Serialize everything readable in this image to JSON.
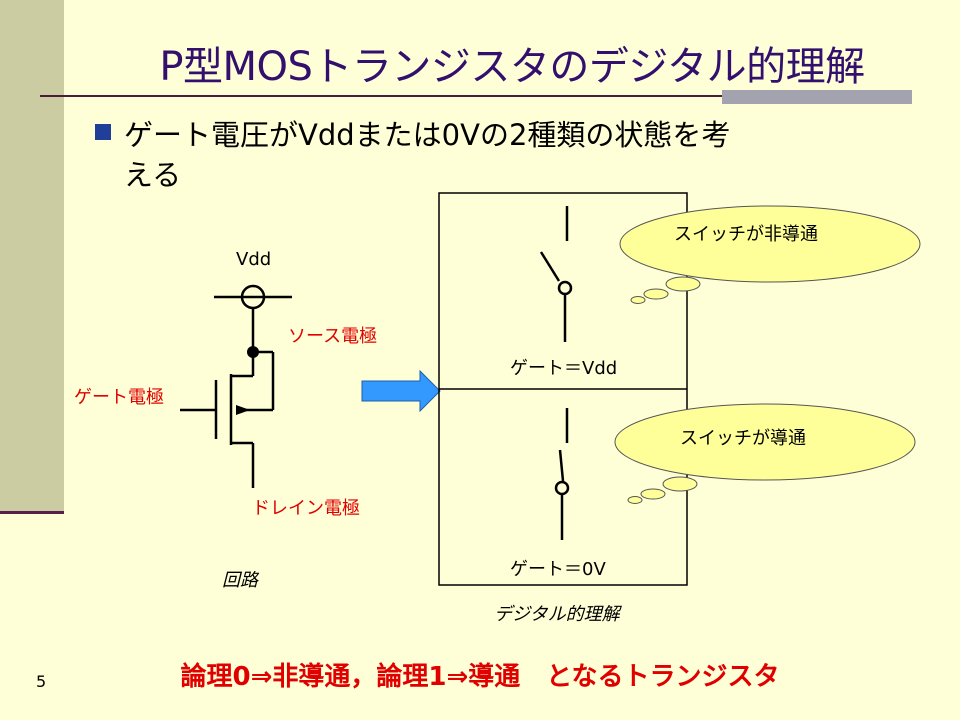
{
  "slide": {
    "title": "P型MOSトランジスタのデジタル的理解",
    "bullet_line1": "ゲート電圧がVddまたは0Vの2種類の状態を考",
    "bullet_line2": "える",
    "slide_number": "5",
    "conclusion": "論理0⇒非導通，論理1⇒導通　となるトランジスタ"
  },
  "circuit": {
    "vdd_label": "Vdd",
    "source_label": "ソース電極",
    "gate_label": "ゲート電極",
    "drain_label": "ドレイン電極",
    "caption": "回路"
  },
  "digital": {
    "top_gate_label": "ゲート＝Vdd",
    "top_bubble": "スイッチが非導通",
    "bottom_gate_label": "ゲート＝0V",
    "bottom_bubble": "スイッチが導通",
    "caption": "デジタル的理解"
  },
  "colors": {
    "background": "#FFFFD7",
    "title": "#33106E",
    "label_red": "#E00000",
    "bullet": "#1F3F99",
    "bubble_fill": "#FFFF99",
    "arrow_fill": "#3399FF"
  }
}
